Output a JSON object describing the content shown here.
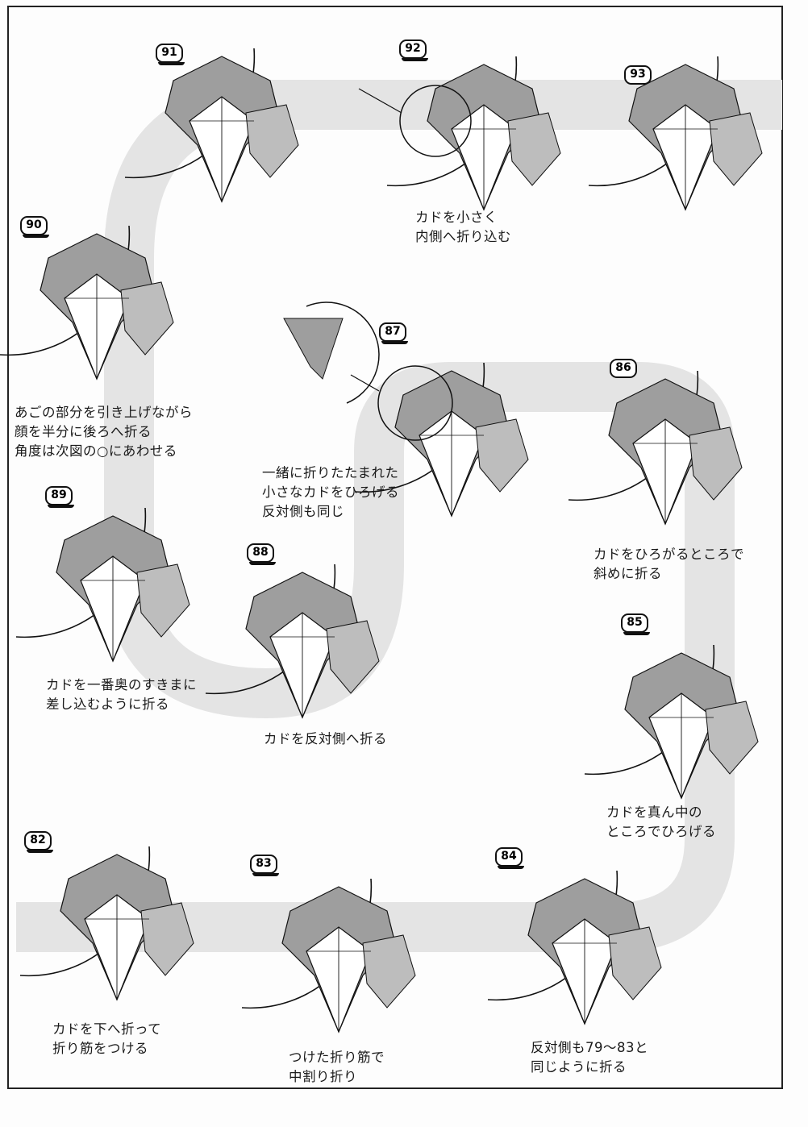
{
  "steps": [
    {
      "number": "91",
      "caption": []
    },
    {
      "number": "92",
      "caption": [
        "カドを小さく",
        "内側へ折り込む"
      ]
    },
    {
      "number": "93",
      "caption": []
    },
    {
      "number": "90",
      "caption": [
        "あごの部分を引き上げながら",
        "顔を半分に後ろへ折る",
        "角度は次図の○にあわせる"
      ]
    },
    {
      "number": "87",
      "caption": [
        "一緒に折りたたまれた",
        "小さなカドをひろげる",
        "反対側も同じ"
      ]
    },
    {
      "number": "86",
      "caption": [
        "カドをひろがるところで",
        "斜めに折る"
      ]
    },
    {
      "number": "89",
      "caption": [
        "カドを一番奥のすきまに",
        "差し込むように折る"
      ]
    },
    {
      "number": "88",
      "caption": [
        "カドを反対側へ折る"
      ]
    },
    {
      "number": "85",
      "caption": [
        "カドを真ん中の",
        "ところでひろげる"
      ]
    },
    {
      "number": "82",
      "caption": [
        "カドを下へ折って",
        "折り筋をつける"
      ]
    },
    {
      "number": "83",
      "caption": [
        "つけた折り筋で",
        "中割り折り"
      ]
    },
    {
      "number": "84",
      "caption": [
        "反対側も79〜83と",
        "同じように折る"
      ]
    }
  ],
  "colors": {
    "paper_shade": "#9e9e9e",
    "paper_white": "#ffffff",
    "path_band": "#e3e3e3",
    "line": "#111111"
  }
}
